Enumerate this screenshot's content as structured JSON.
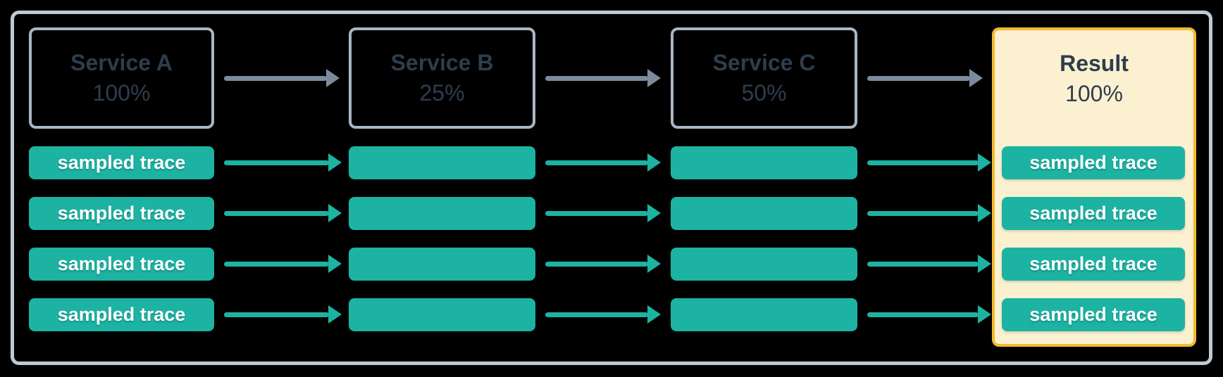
{
  "diagram": {
    "description": "Trace sampling flow across services",
    "trace_rows": 4
  },
  "services": [
    {
      "name": "Service A",
      "rate": "100%"
    },
    {
      "name": "Service B",
      "rate": "25%"
    },
    {
      "name": "Service C",
      "rate": "50%"
    }
  ],
  "result": {
    "name": "Result",
    "rate": "100%"
  },
  "trace_label": "sampled trace",
  "colors": {
    "background": "#000000",
    "frame_border": "#bfcad6",
    "service_border": "#a9b6c4",
    "service_text": "#2e3d4e",
    "arrow_gray": "#7b8b9d",
    "teal": "#1cb3a3",
    "result_border": "#f2bb30",
    "result_bg": "#fbf0d0",
    "trace_text": "#ffffff"
  }
}
